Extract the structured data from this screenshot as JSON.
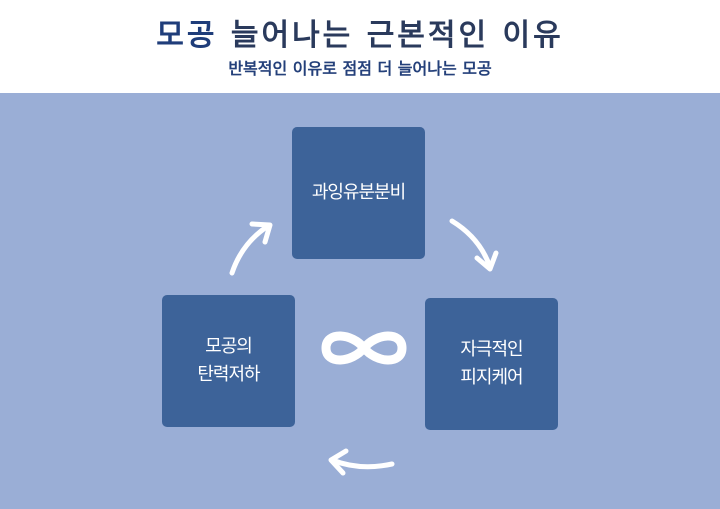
{
  "header": {
    "title_part1": "모공",
    "title_part2": " 늘어나는 근본적인 이유",
    "subtitle": "반복적인 이유로 점점 더 늘어나는 모공"
  },
  "diagram": {
    "nodes": {
      "top": "과잉유분분비",
      "left": "모공의\n탄력저하",
      "right": "자극적인\n피지케어"
    },
    "center_symbol": "infinity-icon"
  },
  "colors": {
    "panel_bg": "#9aaed6",
    "node_bg": "#3d6399",
    "title": "#2a3a5c",
    "subtitle": "#24407a",
    "arrow": "#ffffff"
  }
}
